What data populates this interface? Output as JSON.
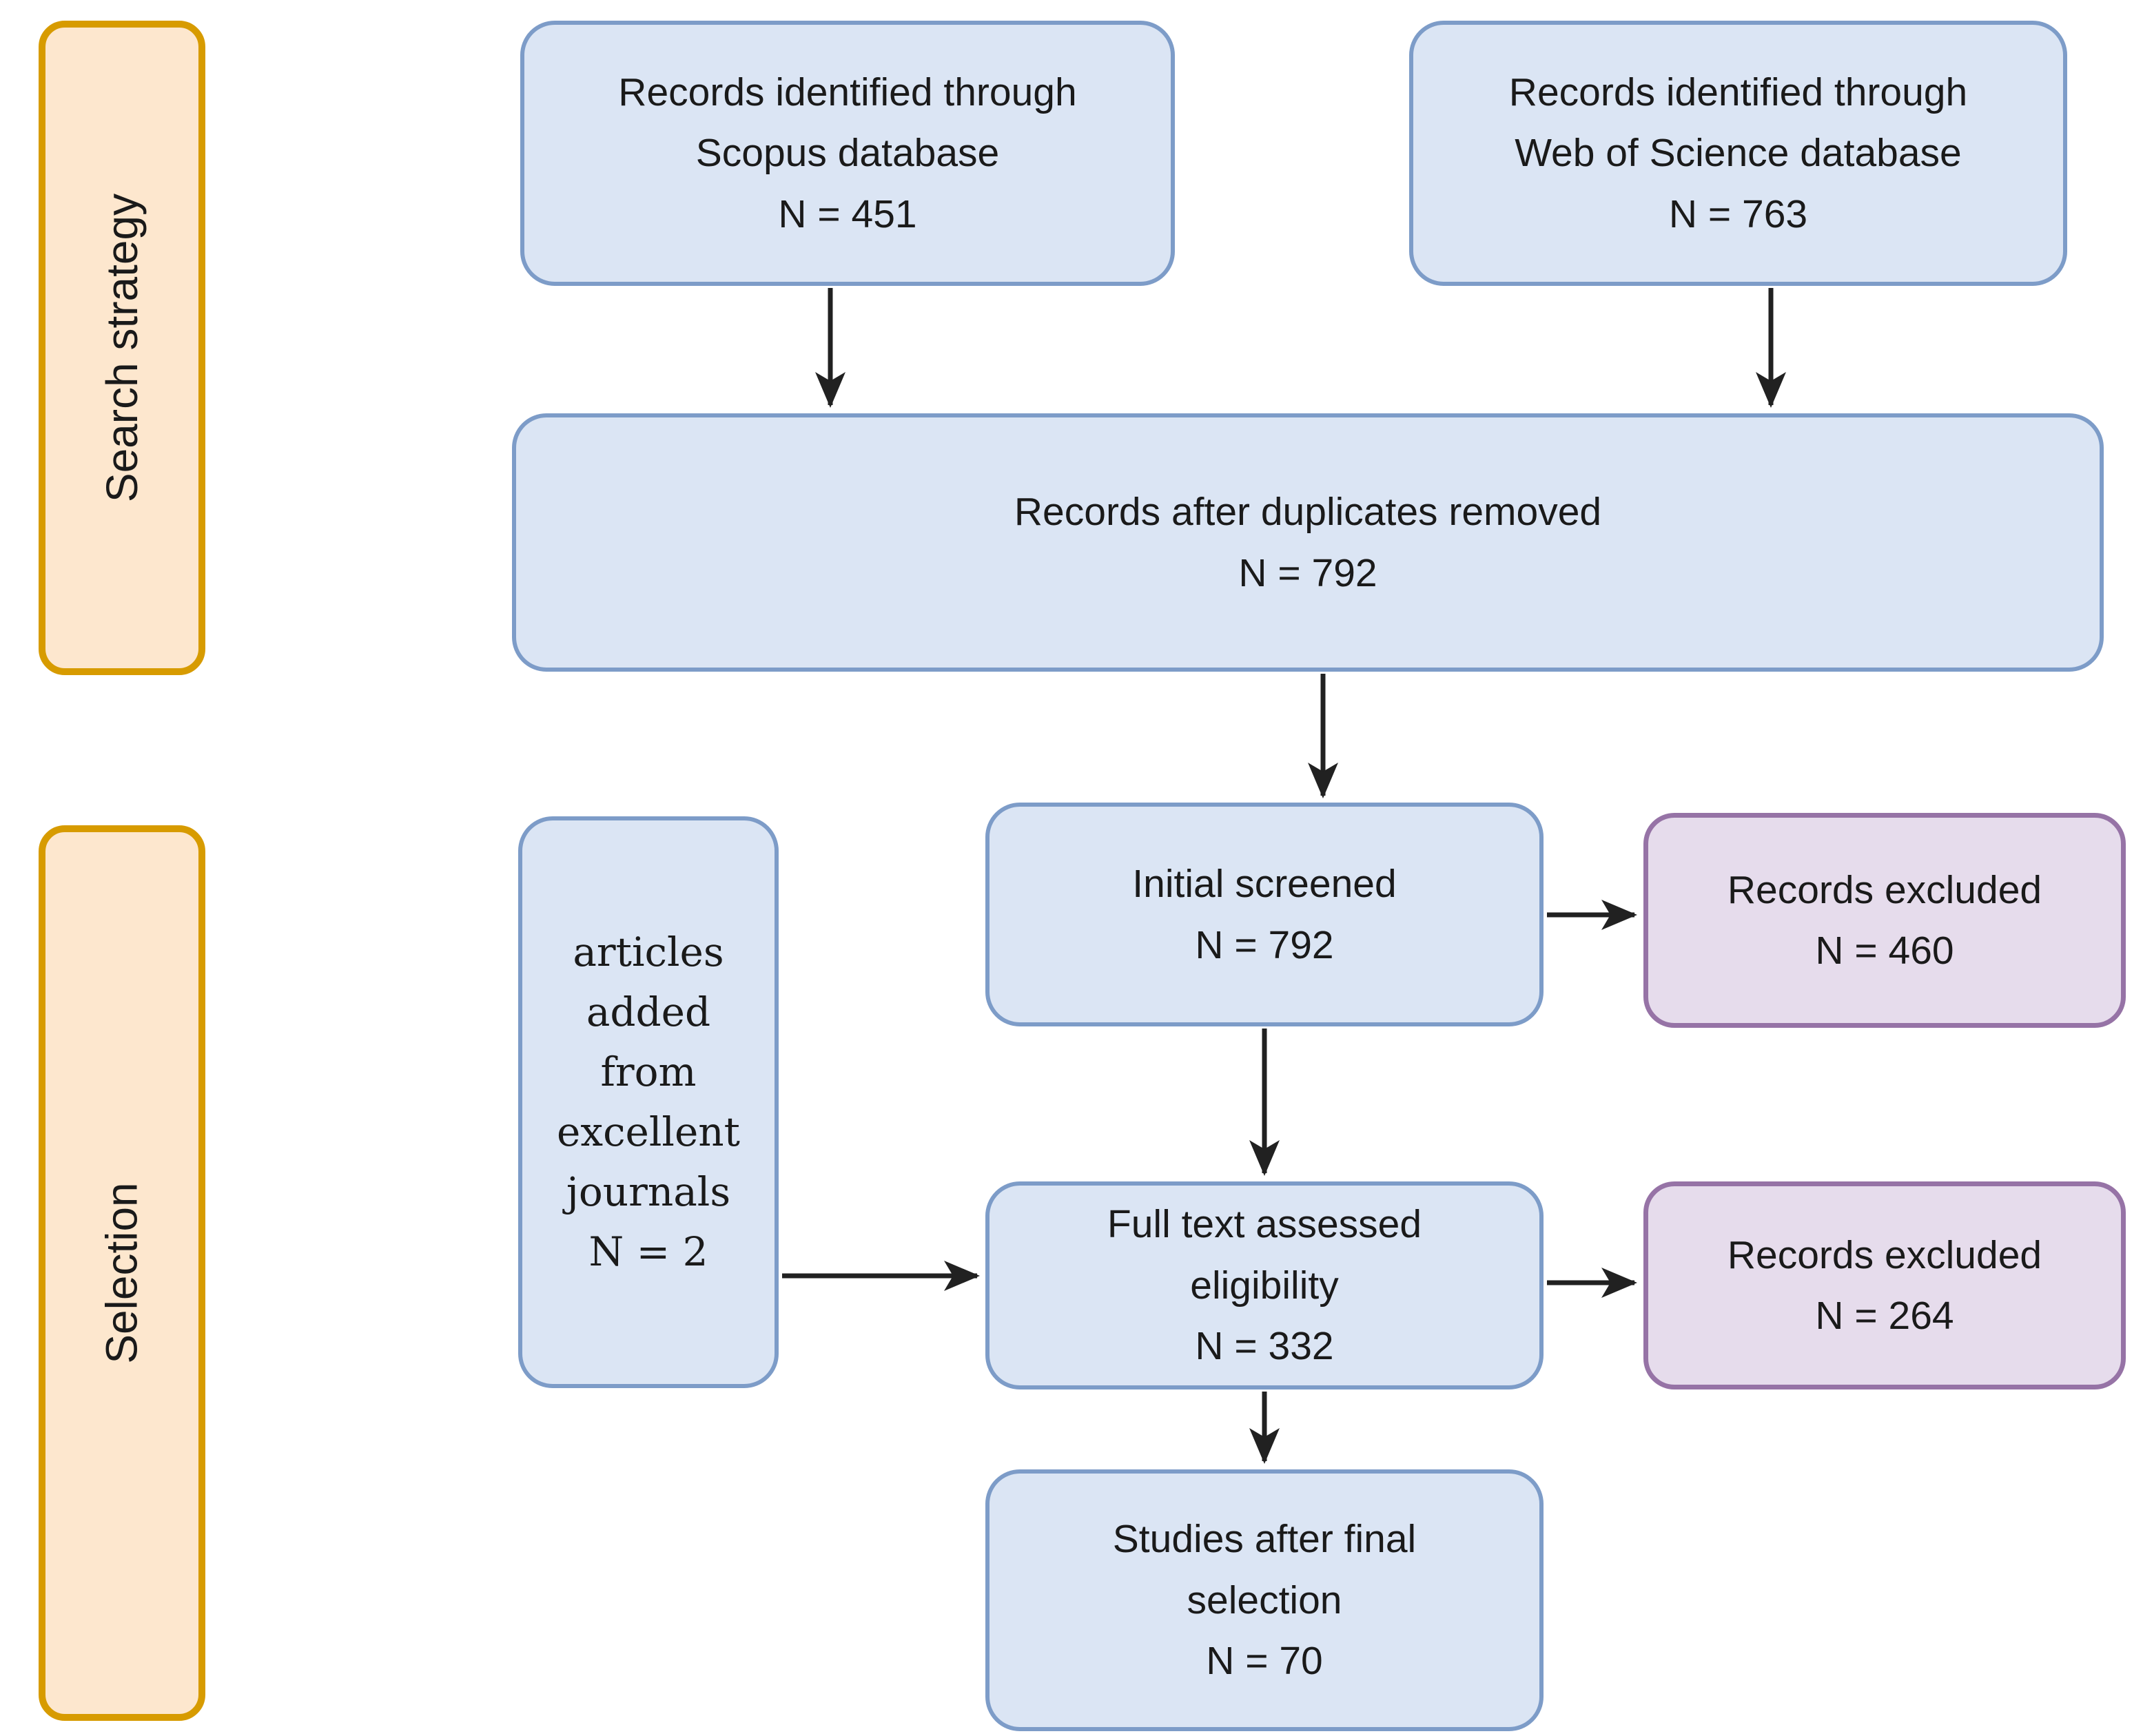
{
  "sidebar": {
    "items": [
      {
        "label": "Search strategy"
      },
      {
        "label": "Selection"
      }
    ]
  },
  "boxes": {
    "scopus": {
      "lines": [
        "Records identified through",
        "Scopus database",
        "N = 451"
      ]
    },
    "wos": {
      "lines": [
        "Records identified through",
        "Web of Science database",
        "N = 763"
      ]
    },
    "duplicates": {
      "lines": [
        "Records after duplicates removed",
        "N = 792"
      ]
    },
    "articles": {
      "lines": [
        "articles",
        "added",
        "from",
        "excellent",
        "journals",
        "N = 2"
      ]
    },
    "initial": {
      "lines": [
        "Initial screened",
        "N = 792"
      ]
    },
    "excluded_initial": {
      "lines": [
        "Records excluded",
        "N = 460"
      ]
    },
    "fulltext": {
      "lines": [
        "Full text assessed",
        "eligibility",
        "N = 332"
      ]
    },
    "excluded_fulltext": {
      "lines": [
        "Records excluded",
        "N = 264"
      ]
    },
    "studies": {
      "lines": [
        "Studies after final",
        "selection",
        "N = 70"
      ]
    }
  },
  "colors": {
    "process_fill": "#dbe5f4",
    "process_border": "#7d9cc8",
    "excluded_fill": "#e6dcec",
    "excluded_border": "#9673a6",
    "stage_fill": "#fde7ce",
    "stage_border": "#d79b00",
    "arrow": "#212121",
    "text": "#1a1a1a"
  }
}
